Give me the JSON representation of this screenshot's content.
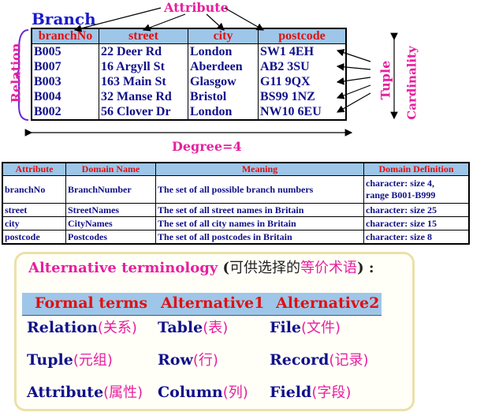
{
  "labels": {
    "attribute": "Attribute",
    "branch": "Branch",
    "relation": "Relation",
    "tuple": "Tuple",
    "cardinality": "Cardinality",
    "degree": "Degree=4"
  },
  "branch": {
    "columns": [
      "branchNo",
      "street",
      "city",
      "postcode"
    ],
    "rows": [
      [
        "B005",
        "22 Deer Rd",
        "London",
        "SW1 4EH"
      ],
      [
        "B007",
        "16 Argyll St",
        "Aberdeen",
        "AB2 3SU"
      ],
      [
        "B003",
        "163 Main St",
        "Glasgow",
        "G11 9QX"
      ],
      [
        "B004",
        "32 Manse Rd",
        "Bristol",
        "BS99 1NZ"
      ],
      [
        "B002",
        "56 Clover Dr",
        "London",
        "NW10 6EU"
      ]
    ]
  },
  "attr_table": {
    "headers": [
      "Attribute",
      "Domain Name",
      "Meaning",
      "Domain Definition"
    ],
    "rows": [
      [
        "branchNo",
        "BranchNumber",
        "The set of all possible branch numbers",
        "character: size 4,",
        "range B001-B999"
      ],
      [
        "street",
        "StreetNames",
        "The set of all street names in Britain",
        "character: size 25",
        ""
      ],
      [
        "city",
        "CityNames",
        "The set of all city names in Britain",
        "character: size 15",
        ""
      ],
      [
        "postcode",
        "Postcodes",
        "The set of all postcodes in Britain",
        "character: size 8",
        ""
      ]
    ]
  },
  "terminology": {
    "heading_pink1": "Alternative terminology",
    "heading_dark1": "(",
    "heading_dark2": "可供选择的",
    "heading_pink2": "等价术语",
    "heading_dark3": ") :",
    "headers": [
      "Formal terms",
      "Alternative1",
      "Alternative2"
    ],
    "rows": [
      [
        [
          "Relation",
          "(关系)"
        ],
        [
          "Table",
          "(表)"
        ],
        [
          "File",
          "(文件)"
        ]
      ],
      [
        [
          "Tuple",
          "(元组)"
        ],
        [
          "Row",
          "(行)"
        ],
        [
          "Record",
          "(记录)"
        ]
      ],
      [
        [
          "Attribute",
          "(属性)"
        ],
        [
          "Column",
          "(列)"
        ],
        [
          "Field",
          "(字段)"
        ]
      ]
    ]
  }
}
